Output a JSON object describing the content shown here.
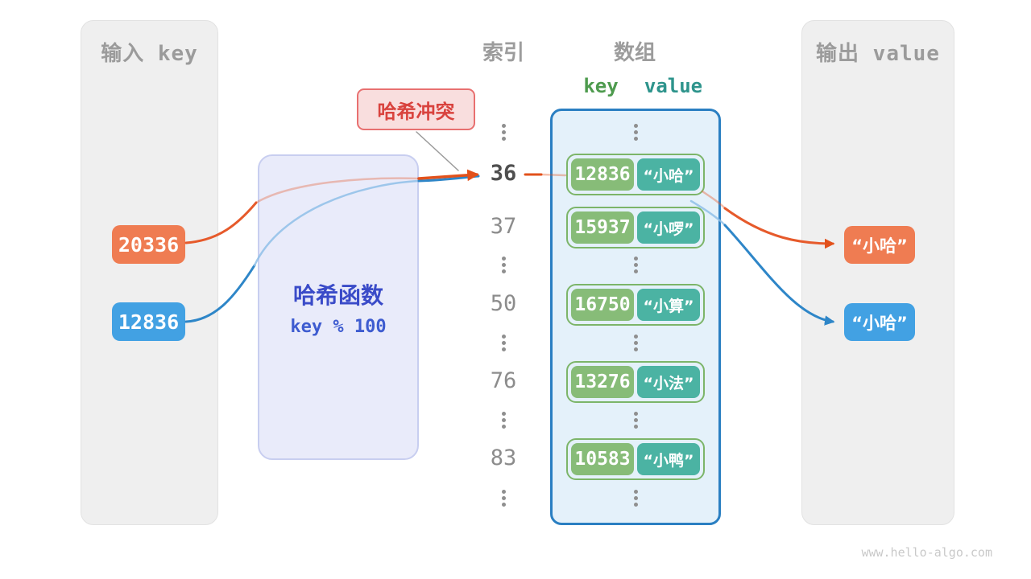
{
  "input_panel": {
    "title": "输入 key",
    "keys": [
      {
        "label": "20336",
        "color": "#EF7C52"
      },
      {
        "label": "12836",
        "color": "#42A1E3"
      }
    ]
  },
  "hash_box": {
    "title": "哈希函数",
    "formula": "key % 100"
  },
  "collision_label": {
    "text": "哈希冲突"
  },
  "headers": {
    "index": "索引",
    "array": "数组",
    "key": "key",
    "value": "value"
  },
  "index_column": {
    "items": [
      "⋮",
      "36",
      "37",
      "⋮",
      "50",
      "⋮",
      "76",
      "⋮",
      "83",
      "⋮"
    ]
  },
  "array": {
    "entries": [
      {
        "key": "12836",
        "value": "“小哈”"
      },
      {
        "key": "15937",
        "value": "“小啰”"
      },
      {
        "key": "16750",
        "value": "“小算”"
      },
      {
        "key": "13276",
        "value": "“小法”"
      },
      {
        "key": "10583",
        "value": "“小鸭”"
      }
    ]
  },
  "output_panel": {
    "title": "输出 value",
    "values": [
      {
        "label": "“小哈”",
        "color": "#EF7C52"
      },
      {
        "label": "“小哈”",
        "color": "#42A1E3"
      }
    ]
  },
  "footer": {
    "text": "www.hello-algo.com"
  },
  "colors": {
    "orange_accent": "#E65A2B",
    "blue_accent": "#2E86C8",
    "key_green": "#87BC78",
    "value_teal": "#4BB3A3",
    "array_border": "#2A7FC2",
    "hash_text": "#3A4BC8",
    "collision_red": "#D9433E"
  }
}
